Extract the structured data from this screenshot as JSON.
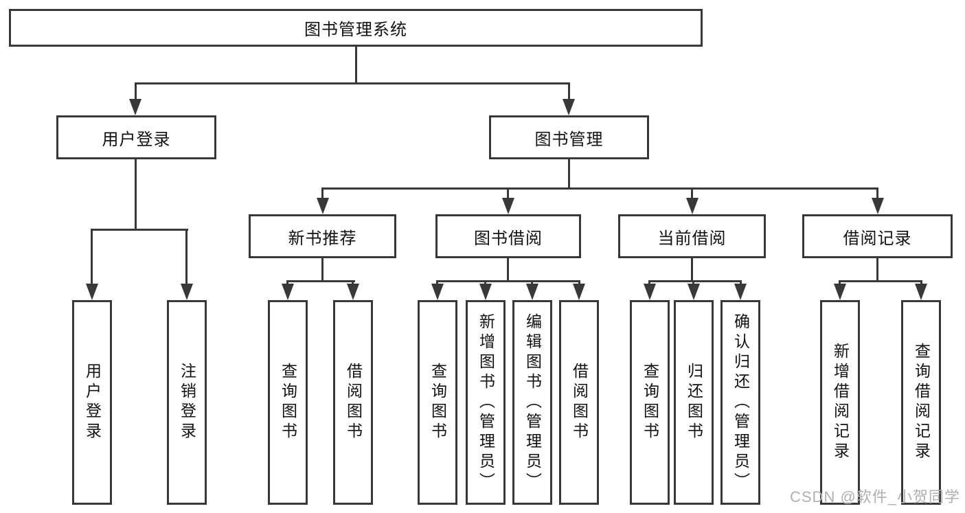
{
  "page": {
    "background": "#ffffff"
  },
  "colors": {
    "line": "#383838",
    "text": "#111111",
    "box_background": "#ffffff",
    "watermark": "#b0b0b0"
  },
  "watermark": {
    "text": "CSDN @软件_小贺同学"
  },
  "tree": {
    "root": "图书管理系统",
    "branches": [
      {
        "label": "用户登录",
        "children": [
          "用户登录",
          "注销登录"
        ]
      },
      {
        "label": "图书管理",
        "groups": [
          {
            "label": "新书推荐",
            "children": [
              "查询图书",
              "借阅图书"
            ]
          },
          {
            "label": "图书借阅",
            "children": [
              "查询图书",
              "新增图书（管理员）",
              "编辑图书（管理员）",
              "借阅图书"
            ]
          },
          {
            "label": "当前借阅",
            "children": [
              "查询图书",
              "归还图书",
              "确认归还（管理员）"
            ]
          },
          {
            "label": "借阅记录",
            "children": [
              "新增借阅记录",
              "查询借阅记录"
            ]
          }
        ]
      }
    ]
  }
}
